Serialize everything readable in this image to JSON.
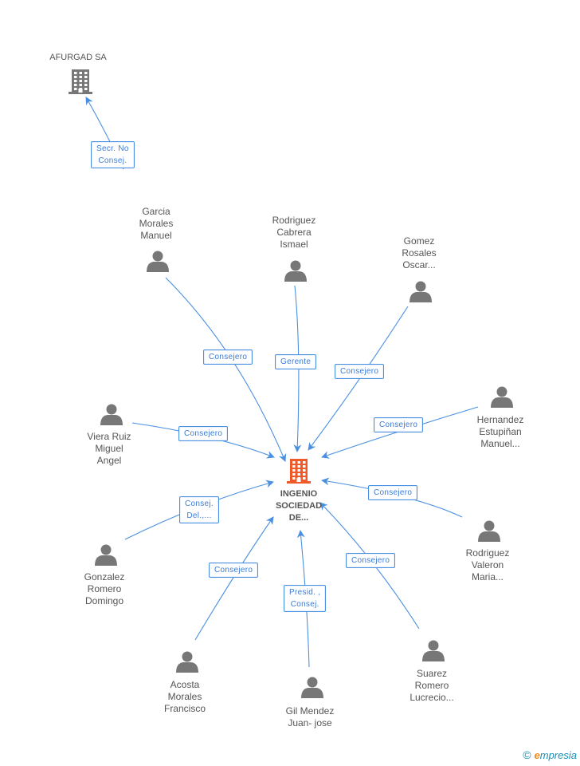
{
  "center": {
    "lines": [
      "INGENIO",
      "SOCIEDAD",
      "DE..."
    ],
    "color": "#f05a28"
  },
  "top_company": {
    "lines": [
      "AFURGAD SA"
    ],
    "color": "#777777"
  },
  "people": [
    {
      "id": "garcia",
      "lines": [
        "Garcia",
        "Morales",
        "Manuel"
      ],
      "role": [
        "Consejero"
      ]
    },
    {
      "id": "rodriguez-cabrera",
      "lines": [
        "Rodriguez",
        "Cabrera",
        "Ismael"
      ],
      "role": [
        "Gerente"
      ]
    },
    {
      "id": "gomez",
      "lines": [
        "Gomez",
        "Rosales",
        "Oscar..."
      ],
      "role": [
        "Consejero"
      ]
    },
    {
      "id": "hernandez",
      "lines": [
        "Hernandez",
        "Estupiñan",
        "Manuel..."
      ],
      "role": [
        "Consejero"
      ]
    },
    {
      "id": "viera",
      "lines": [
        "Viera Ruiz",
        "Miguel",
        "Angel"
      ],
      "role": [
        "Consejero"
      ]
    },
    {
      "id": "rodriguez-valeron",
      "lines": [
        "Rodriguez",
        "Valeron",
        "Maria..."
      ],
      "role": [
        "Consejero"
      ]
    },
    {
      "id": "gonzalez",
      "lines": [
        "Gonzalez",
        "Romero",
        "Domingo"
      ],
      "role": [
        "Consej.",
        "Del.,..."
      ]
    },
    {
      "id": "suarez",
      "lines": [
        "Suarez",
        "Romero",
        "Lucrecio..."
      ],
      "role": [
        "Consejero"
      ]
    },
    {
      "id": "acosta",
      "lines": [
        "Acosta",
        "Morales",
        "Francisco"
      ],
      "role": [
        "Consejero"
      ]
    },
    {
      "id": "gil",
      "lines": [
        "Gil Mendez",
        "Juan- jose"
      ],
      "role": [
        "Presid. ,",
        "Consej."
      ]
    }
  ],
  "top_edge_role": [
    "Secr.  No",
    "Consej."
  ],
  "brand": {
    "copyright": "©",
    "e": "e",
    "rest": "mpresia"
  },
  "colors": {
    "edge": "#4a90e2",
    "person": "#777777",
    "label_text": "#555555"
  }
}
